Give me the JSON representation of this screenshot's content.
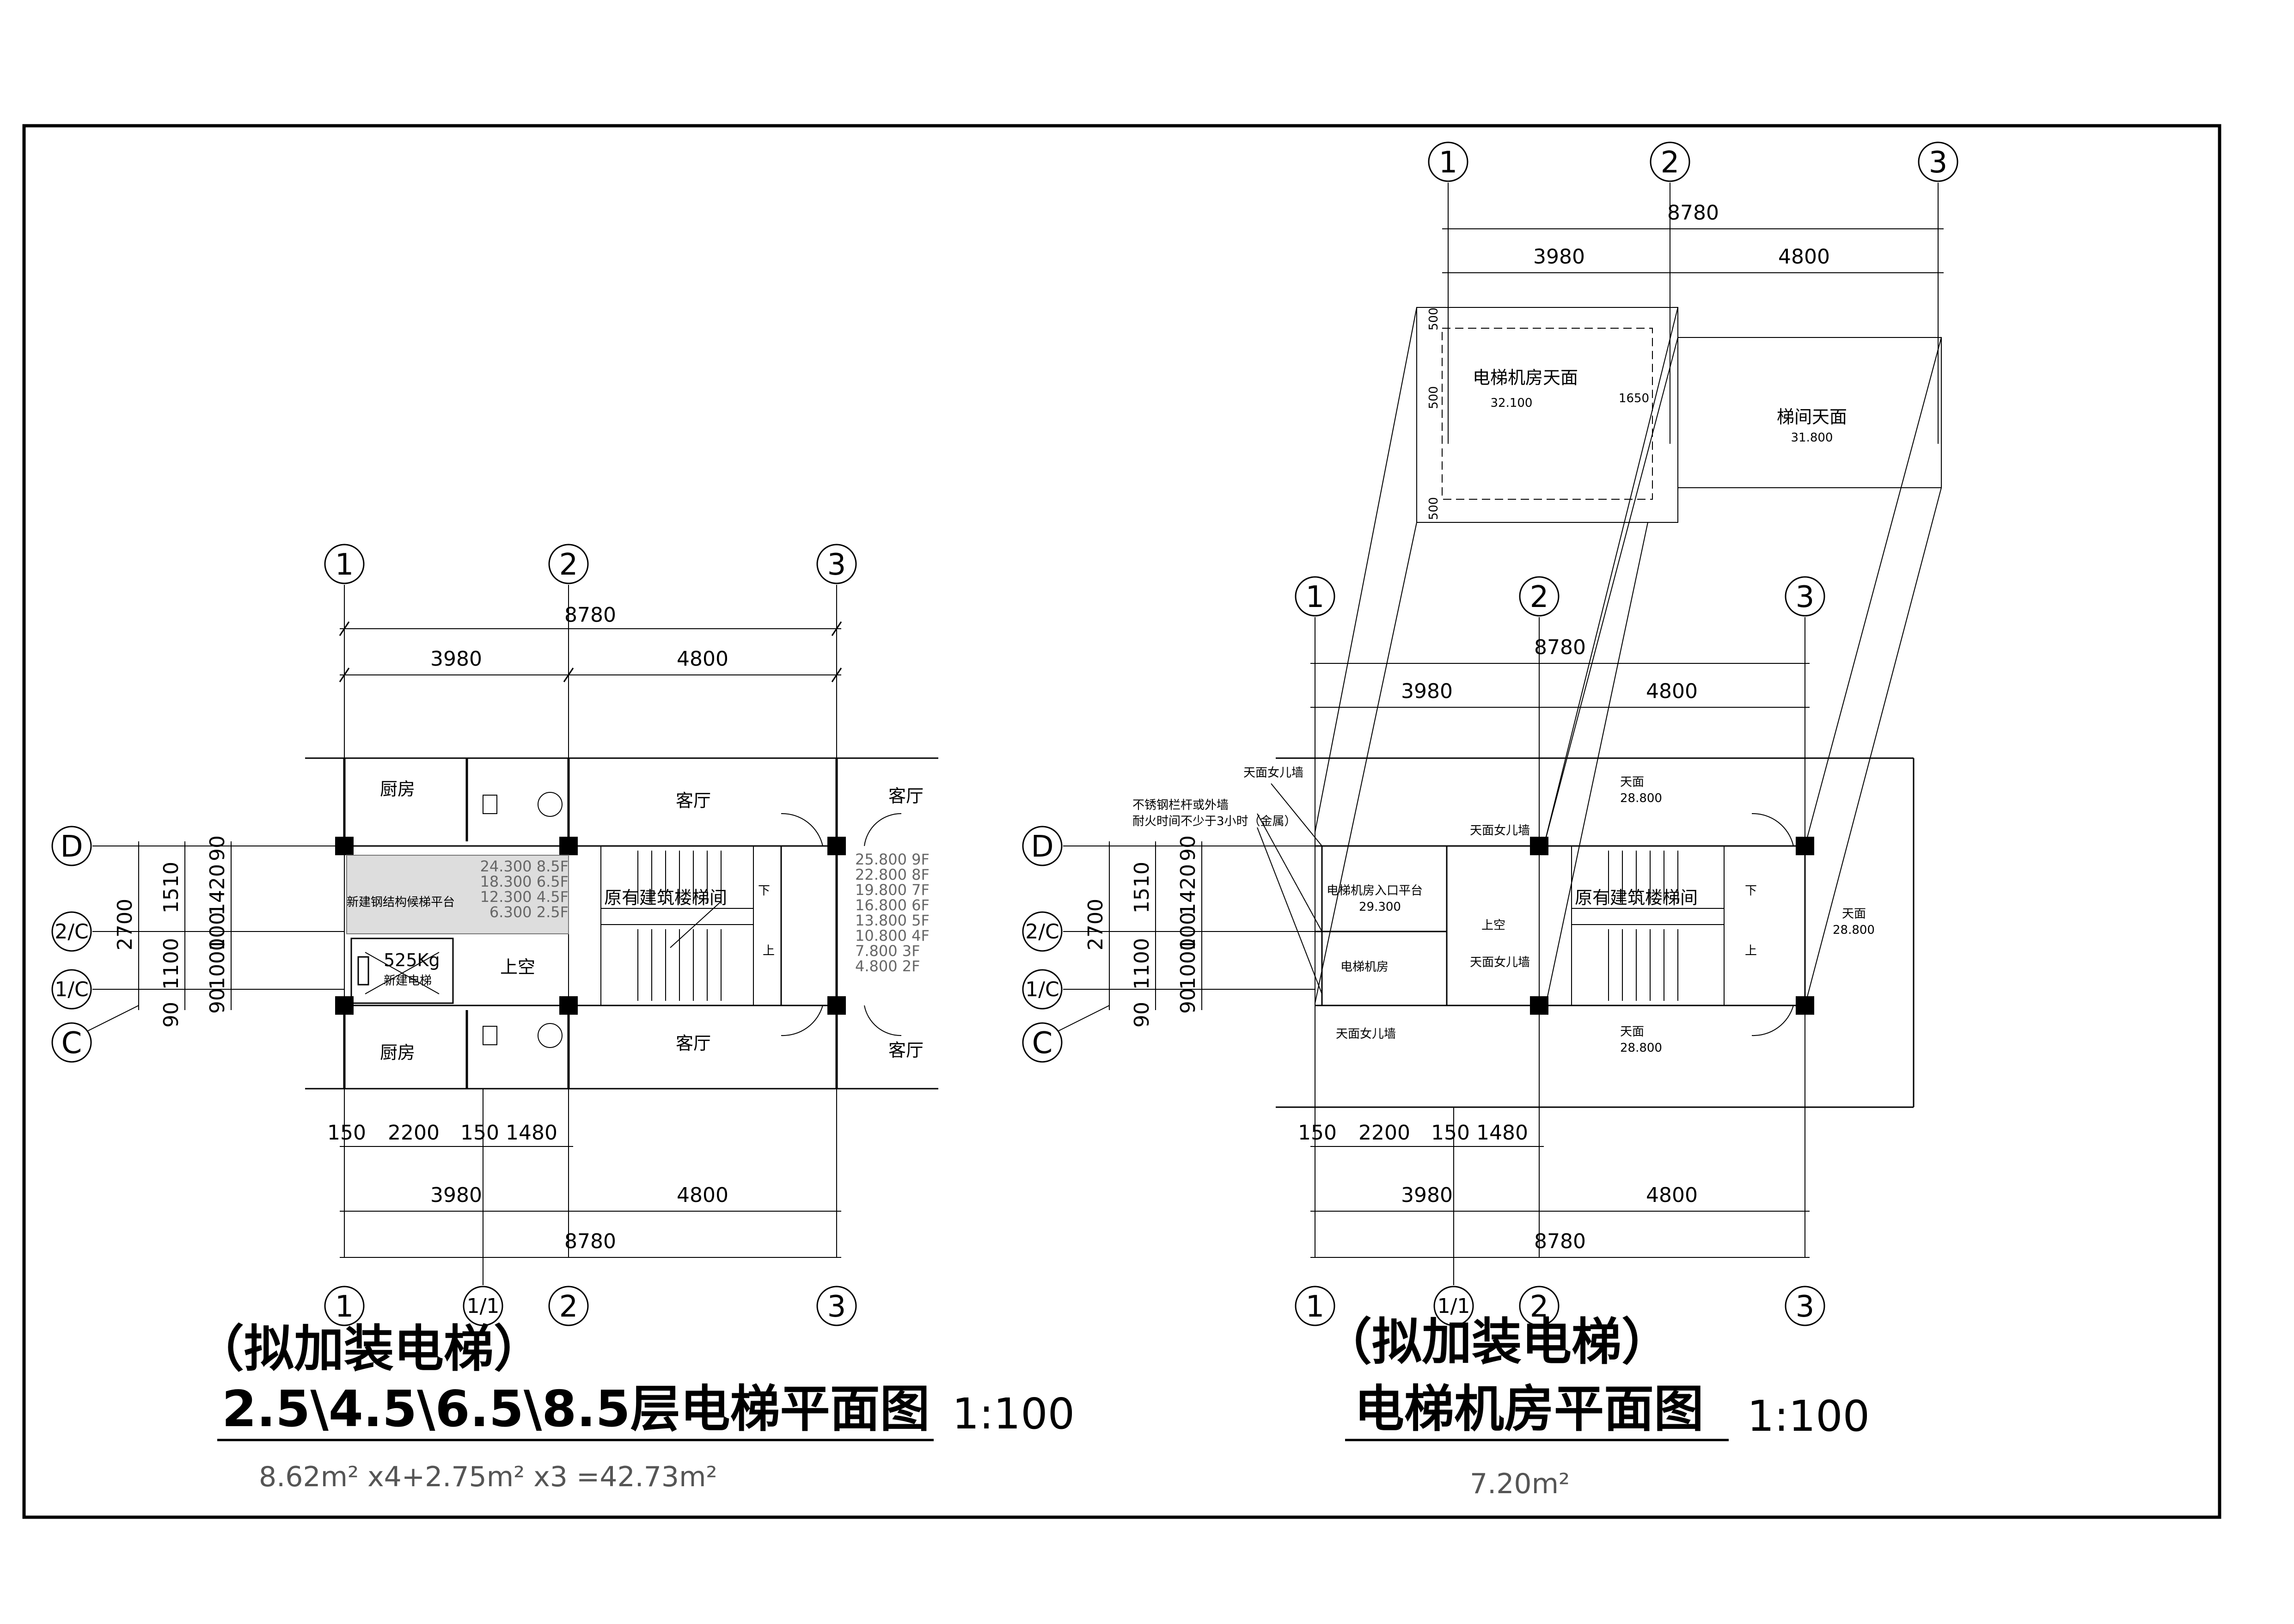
{
  "left_plan": {
    "title_line1": "（拟加装电梯）",
    "title_line2": "2.5\\4.5\\6.5\\8.5层电梯平面图",
    "scale": "1:100",
    "area": "8.62m² x4+2.75m² x3  =42.73m²",
    "axes_top": [
      "1",
      "2",
      "3"
    ],
    "axes_bottom": [
      "1",
      "1/1",
      "2",
      "3"
    ],
    "axes_left": [
      "D",
      "2/C",
      "1/C",
      "C"
    ],
    "dim_total": "8780",
    "dim_a": "3980",
    "dim_b": "4800",
    "dim_bottom_parts": [
      "150",
      "2200",
      "150",
      "1480"
    ],
    "dim_left_outer": "2700",
    "dim_left_mid": [
      "1510",
      "1100"
    ],
    "dim_left_inner": [
      "90",
      "1420",
      "100",
      "1000",
      "90"
    ],
    "rooms": {
      "kitchen": "厨房",
      "living": "客厅",
      "void": "上空",
      "platform": "新建钢结构候梯平台",
      "stair": "原有建筑楼梯间",
      "capacity": "525Kg",
      "new_elevator": "新建电梯",
      "down": "下",
      "up": "上"
    },
    "levels_platform": [
      "24.300 8.5F",
      "18.300 6.5F",
      "12.300 4.5F",
      "6.300 2.5F"
    ],
    "levels_stair": [
      "25.800 9F",
      "22.800 8F",
      "19.800 7F",
      "16.800 6F",
      "13.800 5F",
      "10.800 4F",
      "7.800 3F",
      "4.800 2F"
    ]
  },
  "right_plan": {
    "title_line1": "（拟加装电梯）",
    "title_line2": "电梯机房平面图",
    "scale": "1:100",
    "area": "7.20m²",
    "axes_top": [
      "1",
      "2",
      "3"
    ],
    "axes_bottom": [
      "1",
      "1/1",
      "2",
      "3"
    ],
    "axes_left": [
      "D",
      "2/C",
      "1/C",
      "C"
    ],
    "dim_total": "8780",
    "dim_a": "3980",
    "dim_b": "4800",
    "dim_bottom_parts": [
      "150",
      "2200",
      "150",
      "1480"
    ],
    "dim_left_outer": "2700",
    "dim_left_mid": [
      "1510",
      "1100"
    ],
    "dim_left_inner": [
      "90",
      "1420",
      "100",
      "1000",
      "90"
    ],
    "roof_machine": "电梯机房天面",
    "roof_machine_level": "32.100",
    "roof_stair": "梯间天面",
    "roof_stair_level": "31.800",
    "roof_dims": [
      "500",
      "500",
      "500",
      "1650"
    ],
    "rooms": {
      "roof": "天面",
      "roof_level": "28.800",
      "machine_room": "电梯机房",
      "entrance_platform": "电梯机房入口平台",
      "entrance_level": "29.300",
      "void": "上空",
      "stair": "原有建筑楼梯间",
      "down": "下",
      "up": "上"
    },
    "notes": [
      "天面女儿墙",
      "不锈钢栏杆或外墙",
      "耐火时间不少于3小时（金属）",
      "天面女儿墙",
      "天面女儿墙",
      "天面女儿墙"
    ]
  }
}
